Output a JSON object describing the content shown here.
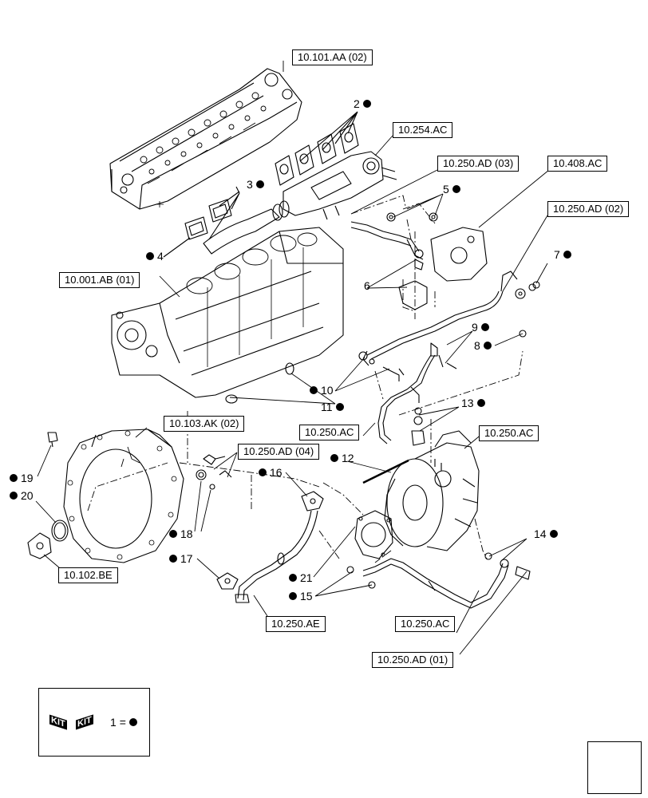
{
  "refs": {
    "r1": "10.101.AA (02)",
    "r2": "10.254.AC",
    "r3": "10.250.AD (03)",
    "r4": "10.408.AC",
    "r5": "10.250.AD (02)",
    "r6": "10.001.AB (01)",
    "r7": "10.103.AK (02)",
    "r8": "10.250.AC",
    "r9": "10.250.AC",
    "r10": "10.250.AD (04)",
    "r11": "10.102.BE",
    "r12": "10.250.AE",
    "r13": "10.250.AC",
    "r14": "10.250.AD (01)"
  },
  "callouts": {
    "c2": "2",
    "c3": "3",
    "c4": "4",
    "c5": "5",
    "c6": "6",
    "c7": "7",
    "c8": "8",
    "c9": "9",
    "c10": "10",
    "c11": "11",
    "c12": "12",
    "c13": "13",
    "c14": "14",
    "c15": "15",
    "c16": "16",
    "c17": "17",
    "c18": "18",
    "c19": "19",
    "c20": "20",
    "c21": "21"
  },
  "kit": {
    "badge_left": "KIT",
    "badge_right": "KIT",
    "legend_number": "1",
    "legend_equals": "="
  }
}
